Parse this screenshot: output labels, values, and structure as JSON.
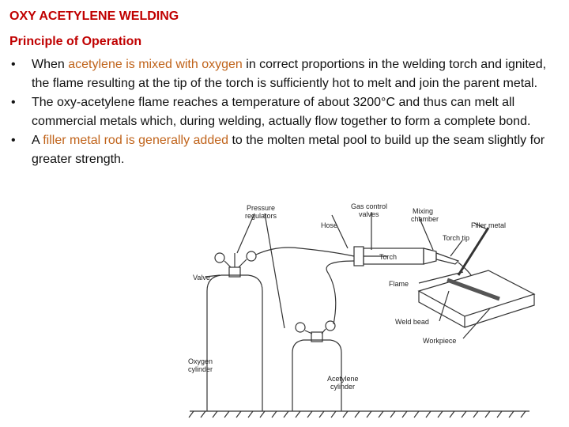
{
  "title": "OXY ACETYLENE WELDING",
  "subtitle": "Principle of Operation",
  "bullets": [
    {
      "parts": [
        {
          "t": "When "
        },
        {
          "t": "acetylene is mixed with oxygen",
          "hl": true
        },
        {
          "t": " in correct proportions in the welding torch and ignited, the flame resulting at the tip of the torch is sufficiently hot to melt and join the parent metal."
        }
      ]
    },
    {
      "parts": [
        {
          "t": "The oxy-acetylene flame reaches a temperature of about 3200°C and thus can melt all commercial metals which, during welding, actually flow together to form a complete bond."
        }
      ]
    },
    {
      "parts": [
        {
          "t": "A "
        },
        {
          "t": "filler metal rod is generally added",
          "hl": true
        },
        {
          "t": " to the molten metal pool to build up the seam slightly for greater strength."
        }
      ]
    }
  ],
  "bullet_glyph": "•",
  "diagram": {
    "labels": {
      "pressure_regulators": [
        "Pressure",
        "regulators"
      ],
      "hose": "Hose",
      "gas_control_valves": [
        "Gas control",
        "valves"
      ],
      "mixing_chamber": [
        "Mixing",
        "chamber"
      ],
      "filler_metal": "Filler metal",
      "torch_tip": "Torch tip",
      "torch": "Torch",
      "flame": "Flame",
      "valve": "Valve",
      "weld_bead": "Weld bead",
      "workpiece": "Workpiece",
      "oxygen_cylinder": [
        "Oxygen",
        "cylinder"
      ],
      "acetylene_cylinder": [
        "Acetylene",
        "cylinder"
      ]
    }
  },
  "colors": {
    "heading": "#c00000",
    "highlight": "#c0631a",
    "body_text": "#111111"
  }
}
